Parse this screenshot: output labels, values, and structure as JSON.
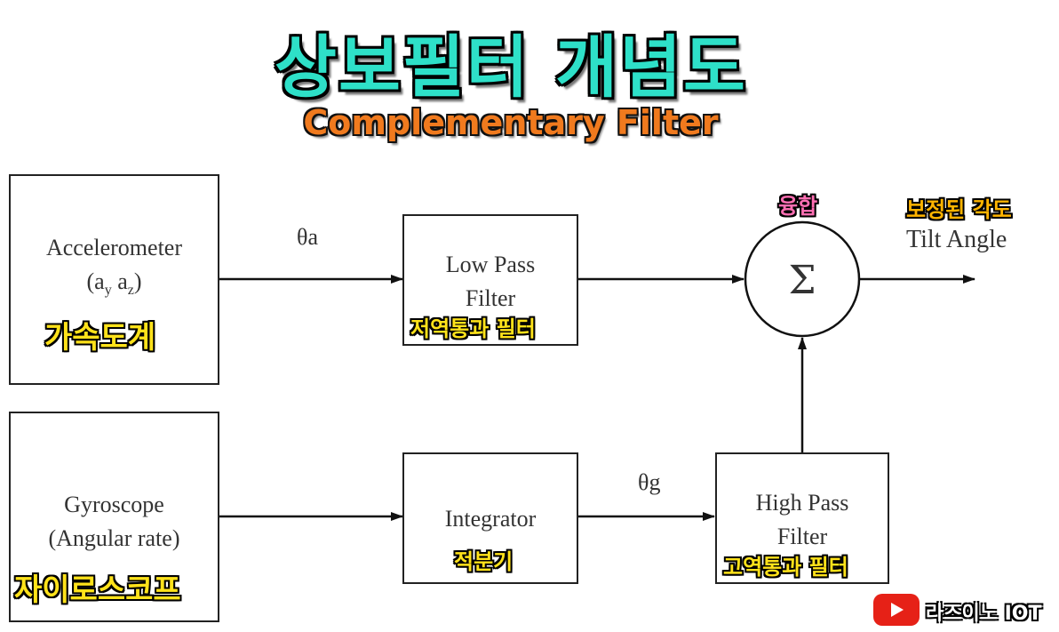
{
  "title": {
    "korean": "상보필터 개념도",
    "english": "Complementary Filter"
  },
  "blocks": {
    "accelerometer": {
      "line1": "Accelerometer",
      "line2_a": "(a",
      "line2_sub1": "y",
      "line2_mid": " a",
      "line2_sub2": "z",
      "line2_end": ")",
      "korean": "가속도계"
    },
    "gyroscope": {
      "line1": "Gyroscope",
      "line2": "(Angular rate)",
      "korean": "자이로스코프"
    },
    "low_pass": {
      "line1": "Low Pass",
      "line2": "Filter",
      "korean": "저역통과 필터"
    },
    "integrator": {
      "line1": "Integrator",
      "korean": "적분기"
    },
    "high_pass": {
      "line1": "High Pass",
      "line2": "Filter",
      "korean": "고역통과 필터"
    },
    "sum": {
      "symbol": "Σ",
      "korean": "융합"
    }
  },
  "signals": {
    "theta_a": "θa",
    "theta_g": "θg"
  },
  "output": {
    "korean": "보정된 각도",
    "english": "Tilt Angle"
  },
  "brand": {
    "icon": "youtube-play-icon",
    "name": "라즈이노 IOT"
  }
}
